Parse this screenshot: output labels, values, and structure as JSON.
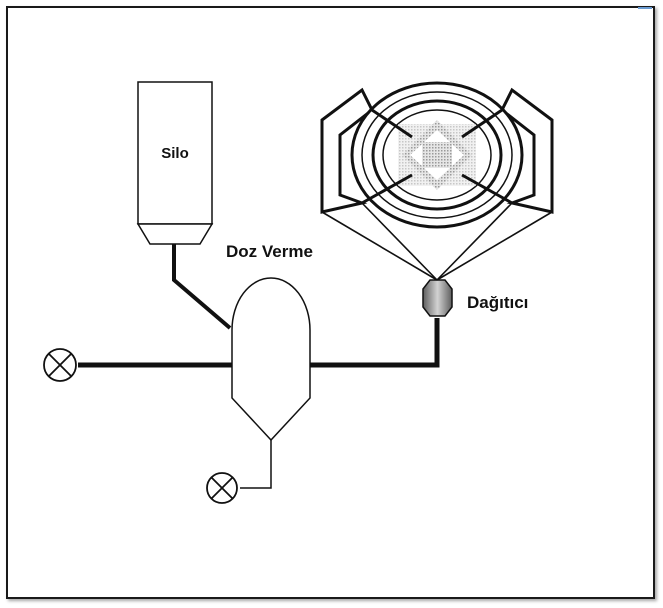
{
  "labels": {
    "silo": "Silo",
    "dosing": "Doz Verme",
    "distributor": "Dağıtıcı"
  },
  "colors": {
    "line": "#111111",
    "frame": "#1a1a1a",
    "accent": "#6a9bd1",
    "distributor_fill": "#8a8a8a"
  },
  "icons": {
    "valve_left": "valve-icon",
    "valve_bottom": "valve-icon"
  }
}
